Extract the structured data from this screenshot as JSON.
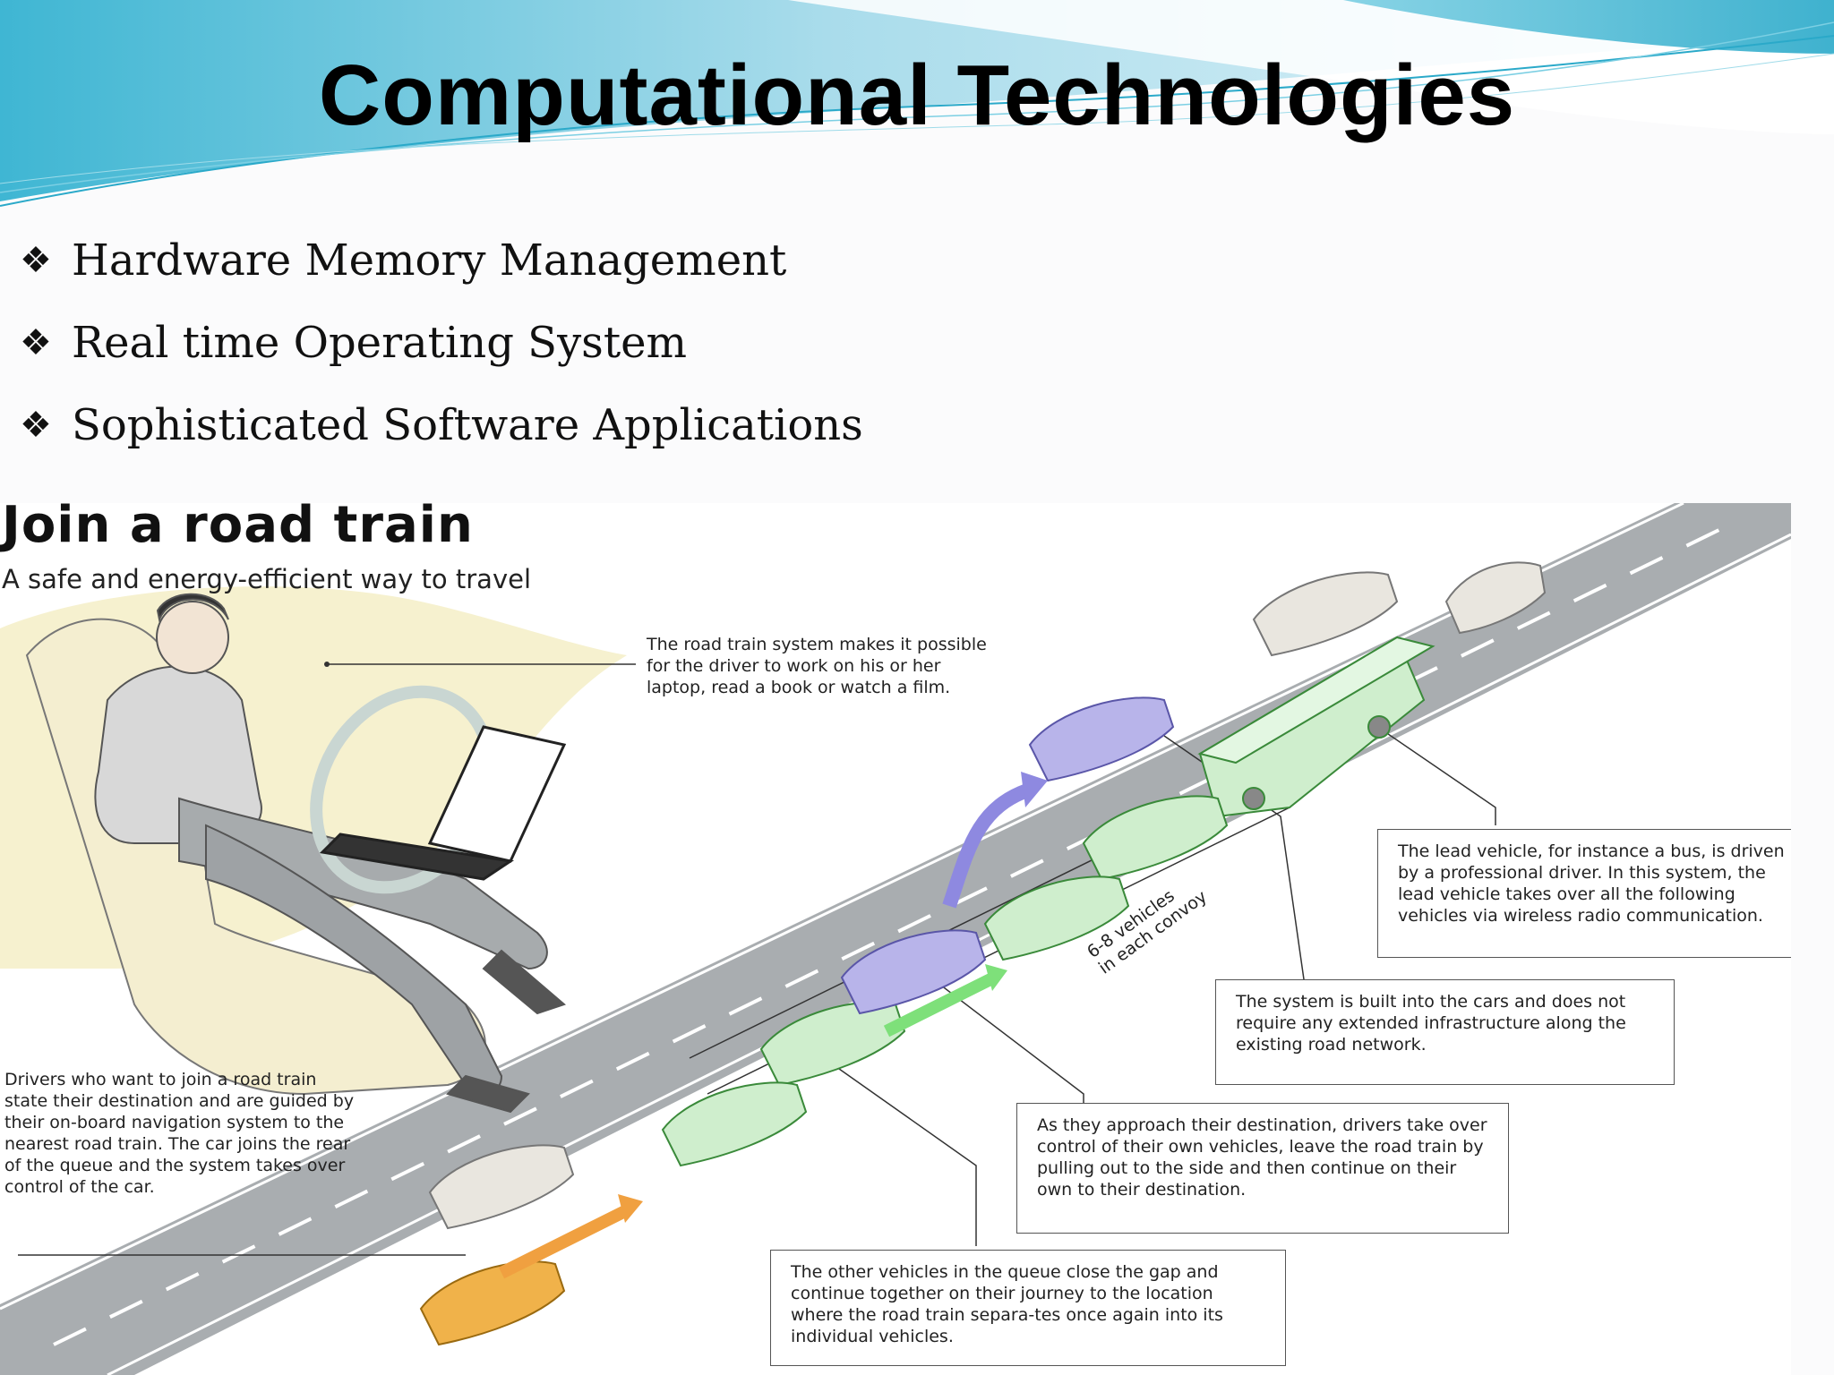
{
  "slide": {
    "title": "Computational Technologies",
    "bullets": [
      "Hardware Memory Management",
      "Real time Operating System",
      "Sophisticated Software Applications"
    ]
  },
  "infographic": {
    "title": "Join a road train",
    "subtitle": "A safe and energy-efficient way to travel",
    "captions": {
      "driver": "The road train system makes it possible for the driver to work on his or her laptop, read a book or watch a film.",
      "lead_vehicle": "The lead vehicle, for instance a bus, is driven by a professional driver. In this system, the lead vehicle takes over all the following vehicles via wireless radio communication.",
      "system": "The system is built into the cars and does not require any extended infrastructure along the existing road network.",
      "destination": "As they approach their destination, drivers take over control of their own vehicles, leave the road train by pulling out to the side and then continue on their own to their destination.",
      "close_gap": "The other vehicles in the queue close the gap and continue together on their journey to the location where the road train separa-tes once again into its individual vehicles.",
      "join": "Drivers who want to join a road train state their destination and are guided by their on-board navigation system to the nearest road train. The car joins the rear of the queue and the system takes over control of the car.",
      "convoy_line1": "6-8 vehicles",
      "convoy_line2": "in each convoy"
    }
  },
  "colors": {
    "banner_light": "#bfe6f2",
    "banner_dark": "#5fc6dd",
    "road": "#a8acaf",
    "convoy_green": "#cfeecd",
    "leaving_purple": "#b8b4ea",
    "joining_orange": "#f0b24a",
    "other_car": "#e9e6df"
  },
  "icons": {
    "bullet": "diamond-bullet-icon"
  }
}
